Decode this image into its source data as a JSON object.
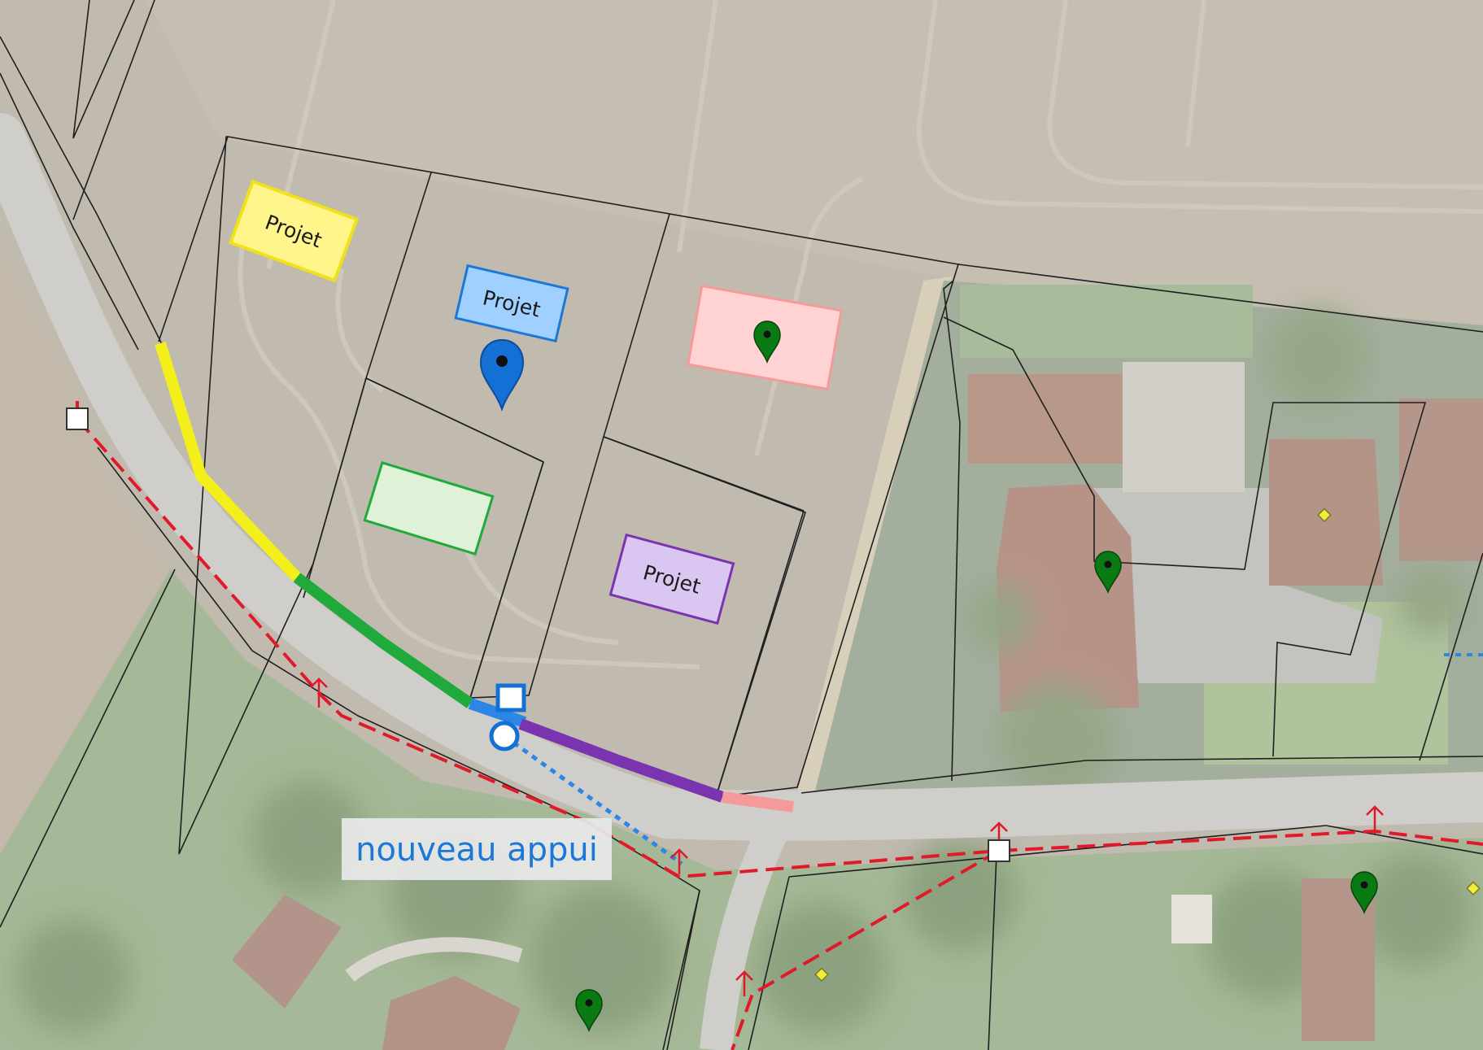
{
  "map": {
    "lots": [
      {
        "id": "yellow",
        "label": "Projet",
        "color": "#fff58a",
        "border": "#efe21a"
      },
      {
        "id": "blue",
        "label": "Projet",
        "color": "#9fd0ff",
        "border": "#1b78d8"
      },
      {
        "id": "pink",
        "label": "",
        "color": "#ffd3d3",
        "border": "#f59a9a"
      },
      {
        "id": "green",
        "label": "",
        "color": "#dff2d8",
        "border": "#1faa3b"
      },
      {
        "id": "purple",
        "label": "Projet",
        "color": "#d9c7f2",
        "border": "#7a34b0"
      }
    ],
    "callout": {
      "text": "nouveau appui"
    },
    "colors": {
      "network_line": "#e0192b",
      "new_connection": "#2b86e6",
      "parcel_outline": "#1f1f1f",
      "marker_green": "#0a7a12",
      "marker_blue": "#1570d6"
    }
  }
}
